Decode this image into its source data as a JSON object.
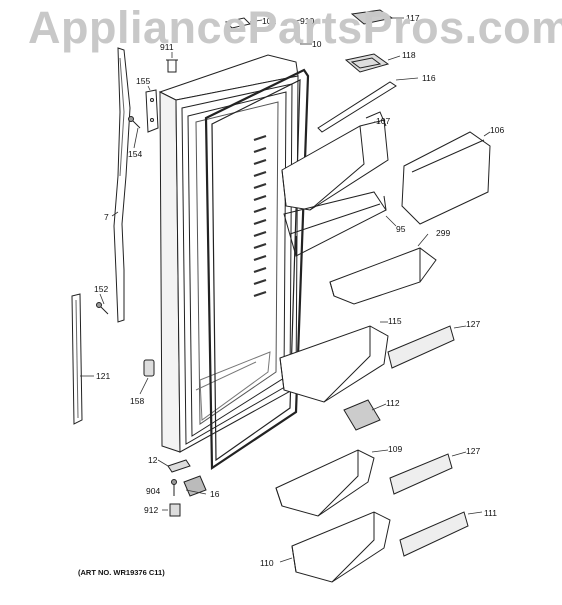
{
  "watermark": "AppliancePartsPros.com",
  "art_number": "(ART NO. WR19376 C11)",
  "parts": [
    {
      "id": "part-101",
      "label": "101"
    },
    {
      "id": "part-910",
      "label": "910"
    },
    {
      "id": "part-10",
      "label": "10"
    },
    {
      "id": "part-911",
      "label": "911"
    },
    {
      "id": "part-117",
      "label": "117"
    },
    {
      "id": "part-118",
      "label": "118"
    },
    {
      "id": "part-116",
      "label": "116"
    },
    {
      "id": "part-155",
      "label": "155"
    },
    {
      "id": "part-154",
      "label": "154"
    },
    {
      "id": "part-107",
      "label": "107"
    },
    {
      "id": "part-106",
      "label": "106"
    },
    {
      "id": "part-7",
      "label": "7"
    },
    {
      "id": "part-95",
      "label": "95"
    },
    {
      "id": "part-299",
      "label": "299"
    },
    {
      "id": "part-152",
      "label": "152"
    },
    {
      "id": "part-115",
      "label": "115"
    },
    {
      "id": "part-127a",
      "label": "127"
    },
    {
      "id": "part-121",
      "label": "121"
    },
    {
      "id": "part-158",
      "label": "158"
    },
    {
      "id": "part-112",
      "label": "112"
    },
    {
      "id": "part-109",
      "label": "109"
    },
    {
      "id": "part-127b",
      "label": "127"
    },
    {
      "id": "part-12",
      "label": "12"
    },
    {
      "id": "part-904",
      "label": "904"
    },
    {
      "id": "part-16",
      "label": "16"
    },
    {
      "id": "part-912",
      "label": "912"
    },
    {
      "id": "part-111",
      "label": "111"
    },
    {
      "id": "part-110",
      "label": "110"
    }
  ]
}
